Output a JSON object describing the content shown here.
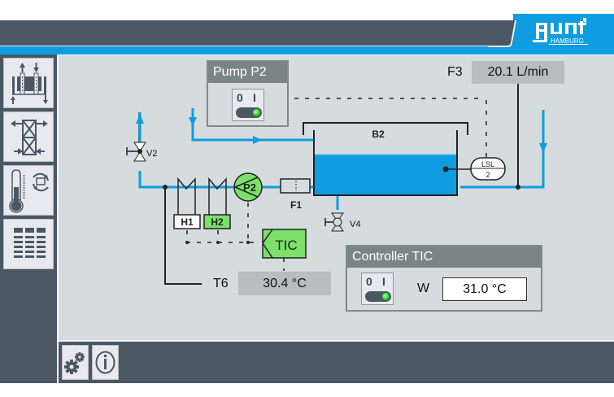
{
  "header": {
    "brand": "gunt",
    "brand_sub": "HAMBURG",
    "accent_color": "#0d9de0",
    "bar_color": "#4b5863"
  },
  "sidebar": {
    "items": [
      {
        "icon": "heat-exchanger-icon",
        "name": "sidebar-item-heat-exchanger"
      },
      {
        "icon": "cross-flow-icon",
        "name": "sidebar-item-cross-flow"
      },
      {
        "icon": "thermometer-cycle-icon",
        "name": "sidebar-item-temperature-control"
      },
      {
        "icon": "table-grid-icon",
        "name": "sidebar-item-data-table"
      }
    ]
  },
  "bottombar": {
    "buttons": [
      {
        "icon": "gears-icon",
        "name": "settings-button"
      },
      {
        "icon": "info-icon",
        "name": "info-button"
      }
    ]
  },
  "pump_panel": {
    "title": "Pump P2",
    "switch": {
      "off_label": "0",
      "on_label": "I",
      "state": "on"
    }
  },
  "flow": {
    "label": "F3",
    "value": "20.1 L/min"
  },
  "controller_panel": {
    "title": "Controller TIC",
    "switch": {
      "off_label": "0",
      "on_label": "I",
      "state": "on"
    },
    "setpoint_label": "W",
    "setpoint_value": "31.0 °C"
  },
  "temperature": {
    "label": "T6",
    "value": "30.4 °C"
  },
  "components": {
    "tank": "B2",
    "valve_v2": "V2",
    "valve_v4": "V4",
    "filter": "F1",
    "pump": "P2",
    "heater_h1": "H1",
    "heater_h2": "H2",
    "controller": "TIC",
    "level_switch_top": "LSL",
    "level_switch_bottom": "2"
  },
  "colors": {
    "water": "#0d9de0",
    "active_green": "#7ce06a",
    "led_green": "#19d21e"
  }
}
